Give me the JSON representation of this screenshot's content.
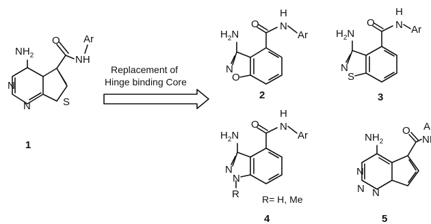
{
  "arrow": {
    "line1": "Replacement of",
    "line2": "Hinge binding Core"
  },
  "compounds": [
    {
      "number": "1"
    },
    {
      "number": "2"
    },
    {
      "number": "3"
    },
    {
      "number": "4",
      "r_group": "R= H, Me"
    },
    {
      "number": "5"
    }
  ],
  "atoms": {
    "ar": "Ar",
    "nh": "NH",
    "h": "H",
    "n": "N",
    "o": "O",
    "s": "S",
    "r": "R",
    "a": "A",
    "nh2_main": "NH",
    "h2n_main": "H",
    "two": "2",
    "nh_frag": "N",
    "nh_frag_partial": "NH"
  }
}
